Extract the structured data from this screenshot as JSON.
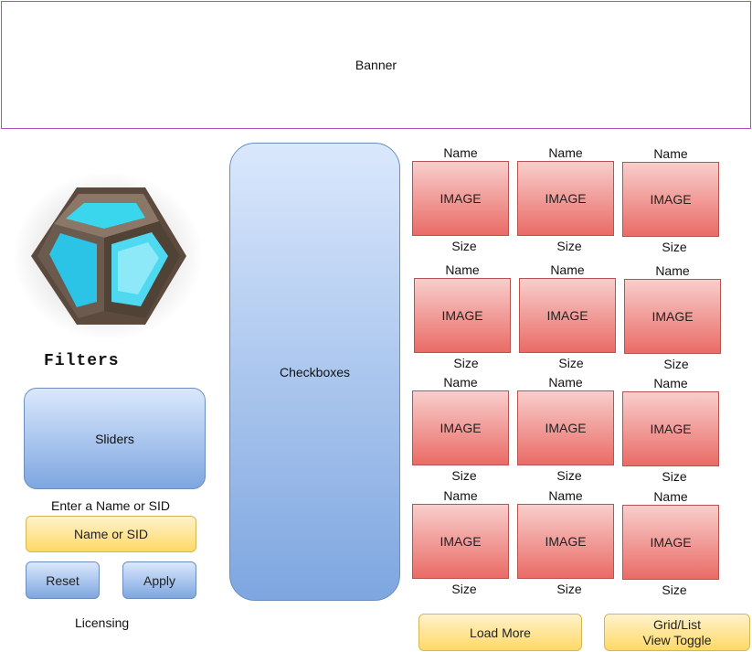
{
  "banner": {
    "label": "Banner"
  },
  "sidebar": {
    "filters_title": "Filters",
    "sliders_label": "Sliders",
    "name_prompt": "Enter a Name or SID",
    "name_input_label": "Name or SID",
    "reset_label": "Reset",
    "apply_label": "Apply",
    "licensing_label": "Licensing"
  },
  "checkboxes": {
    "label": "Checkboxes"
  },
  "grid": {
    "cards": [
      {
        "name": "Name",
        "image": "IMAGE",
        "size": "Size"
      },
      {
        "name": "Name",
        "image": "IMAGE",
        "size": "Size"
      },
      {
        "name": "Name",
        "image": "IMAGE",
        "size": "Size"
      },
      {
        "name": "Name",
        "image": "IMAGE",
        "size": "Size"
      },
      {
        "name": "Name",
        "image": "IMAGE",
        "size": "Size"
      },
      {
        "name": "Name",
        "image": "IMAGE",
        "size": "Size"
      },
      {
        "name": "Name",
        "image": "IMAGE",
        "size": "Size"
      },
      {
        "name": "Name",
        "image": "IMAGE",
        "size": "Size"
      },
      {
        "name": "Name",
        "image": "IMAGE",
        "size": "Size"
      },
      {
        "name": "Name",
        "image": "IMAGE",
        "size": "Size"
      },
      {
        "name": "Name",
        "image": "IMAGE",
        "size": "Size"
      },
      {
        "name": "Name",
        "image": "IMAGE",
        "size": "Size"
      }
    ]
  },
  "footer": {
    "load_more_label": "Load More",
    "toggle_line1": "Grid/List",
    "toggle_line2": "View Toggle"
  },
  "colors": {
    "banner_border": "#b64bc8",
    "blue_fill": "#dae8fc",
    "blue_stroke": "#6c8ebf",
    "red_fill": "#f8cecc",
    "red_stroke": "#b85450",
    "yellow_fill": "#fff2cc",
    "yellow_stroke": "#d6b656"
  },
  "icons": {
    "logo": "cube-logo-icon"
  }
}
